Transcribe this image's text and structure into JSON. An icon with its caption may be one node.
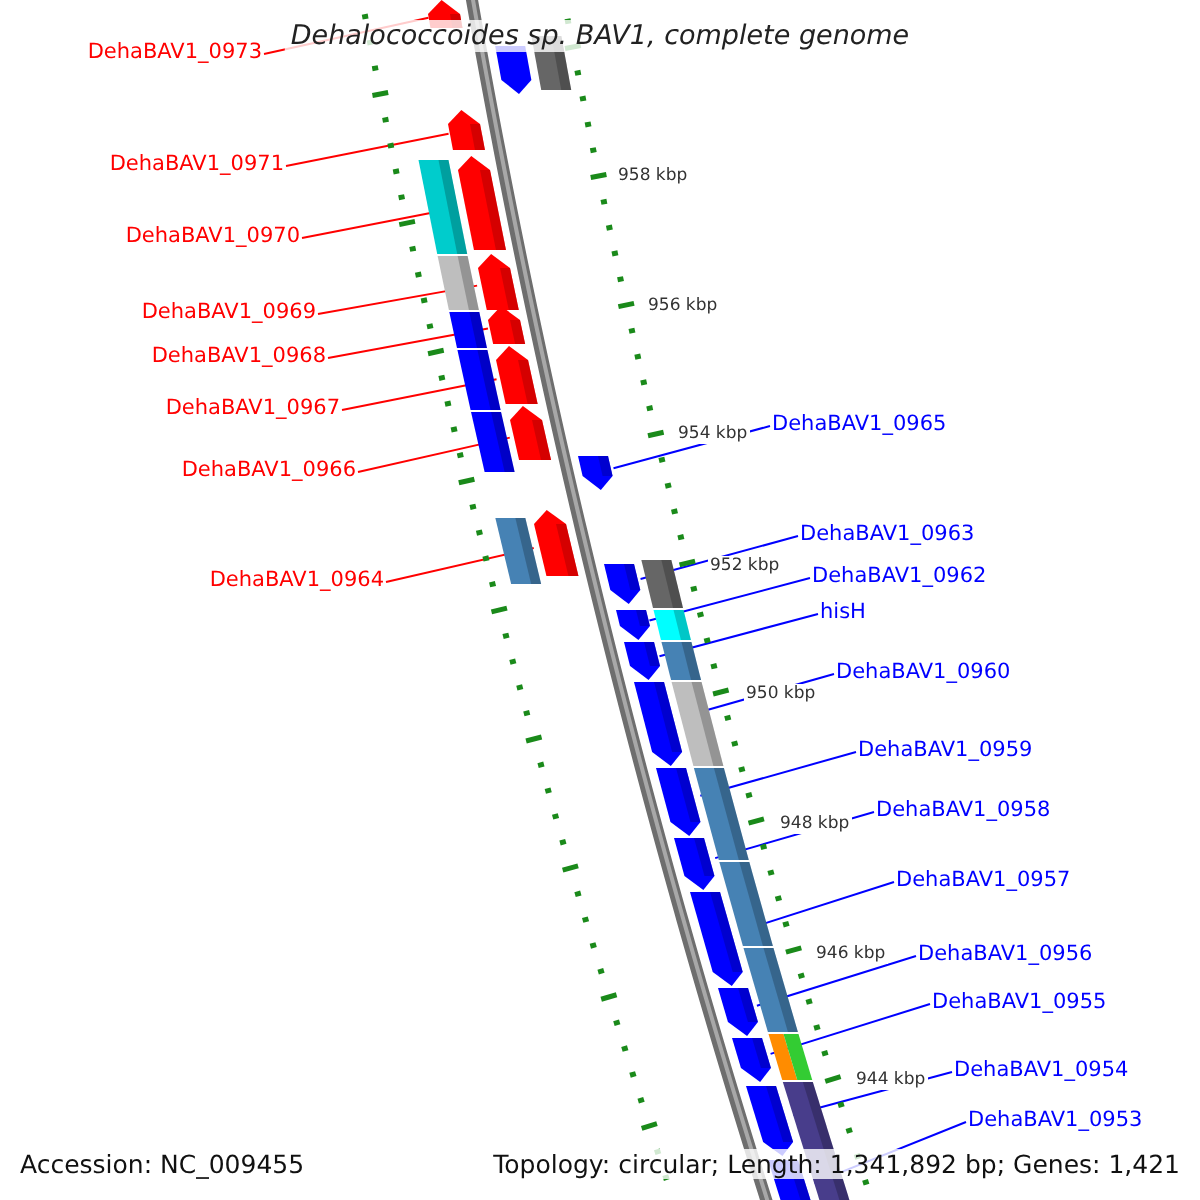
{
  "diagram": {
    "title": "Dehalococcoides sp. BAV1, complete genome",
    "nodes": [
      {
        "text": [
          "DehaBAV1_0973"
        ]
      },
      {
        "text": [
          "DehaBAV1_0971"
        ]
      },
      {
        "text": [
          "DehaBAV1_0970"
        ]
      },
      {
        "text": [
          "DehaBAV1_0969"
        ]
      },
      {
        "text": [
          "DehaBAV1_0968"
        ]
      },
      {
        "text": [
          "DehaBAV1_0967"
        ]
      },
      {
        "text": [
          "DehaBAV1_0966"
        ]
      },
      {
        "text": [
          "DehaBAV1_0964"
        ]
      },
      {
        "text": [
          "DehaBAV1_0965"
        ]
      },
      {
        "text": [
          "DehaBAV1_0963"
        ]
      },
      {
        "text": [
          "DehaBAV1_0962"
        ]
      },
      {
        "text": [
          "hisH"
        ]
      },
      {
        "text": [
          "DehaBAV1_0960"
        ]
      },
      {
        "text": [
          "DehaBAV1_0959"
        ]
      },
      {
        "text": [
          "DehaBAV1_0958"
        ]
      },
      {
        "text": [
          "DehaBAV1_0957"
        ]
      },
      {
        "text": [
          "DehaBAV1_0956"
        ]
      },
      {
        "text": [
          "DehaBAV1_0955"
        ]
      },
      {
        "text": [
          "DehaBAV1_0954"
        ]
      },
      {
        "text": [
          "DehaBAV1_0953"
        ]
      },
      {
        "text": [],
        "shape": "arrow"
      },
      {
        "text": [],
        "shape": "arrow"
      },
      {
        "text": [],
        "shape": "arrow"
      },
      {
        "text": [],
        "shape": "arrow"
      },
      {
        "text": [],
        "shape": "arrow"
      },
      {
        "text": [],
        "shape": "arrow"
      },
      {
        "text": [],
        "shape": "arrow"
      },
      {
        "text": [],
        "shape": "arrow"
      },
      {
        "text": [],
        "shape": "arrow"
      },
      {
        "text": [],
        "shape": "arrow"
      },
      {
        "text": [],
        "shape": "arrow"
      },
      {
        "text": [],
        "shape": "arrow"
      },
      {
        "text": [],
        "shape": "arrow"
      },
      {
        "text": [],
        "shape": "arrow"
      },
      {
        "text": [],
        "shape": "arrow"
      },
      {
        "text": [],
        "shape": "arrow"
      },
      {
        "text": [],
        "shape": "arrow"
      },
      {
        "text": [],
        "shape": "arrow"
      },
      {
        "text": [],
        "shape": "arrow"
      },
      {
        "text": [],
        "shape": "arrow"
      }
    ],
    "edges": [
      {
        "from": 0,
        "to": 20,
        "arrow": "none",
        "color": "#ff0000"
      },
      {
        "from": 1,
        "to": 21,
        "arrow": "none",
        "color": "#ff0000"
      },
      {
        "from": 2,
        "to": 22,
        "arrow": "none",
        "color": "#ff0000"
      },
      {
        "from": 3,
        "to": 23,
        "arrow": "none",
        "color": "#ff0000"
      },
      {
        "from": 4,
        "to": 24,
        "arrow": "none",
        "color": "#ff0000"
      },
      {
        "from": 5,
        "to": 25,
        "arrow": "none",
        "color": "#ff0000"
      },
      {
        "from": 6,
        "to": 26,
        "arrow": "none",
        "color": "#ff0000"
      },
      {
        "from": 7,
        "to": 27,
        "arrow": "none",
        "color": "#ff0000"
      },
      {
        "from": 8,
        "to": 28,
        "arrow": "none"
      },
      {
        "from": 9,
        "to": 29,
        "arrow": "none"
      },
      {
        "from": 10,
        "to": 30,
        "arrow": "none"
      },
      {
        "from": 11,
        "to": 31,
        "arrow": "none"
      },
      {
        "from": 12,
        "to": 32,
        "arrow": "none"
      },
      {
        "from": 13,
        "to": 33,
        "arrow": "none"
      },
      {
        "from": 14,
        "to": 34,
        "arrow": "none"
      },
      {
        "from": 15,
        "to": 35,
        "arrow": "none"
      },
      {
        "from": 16,
        "to": 36,
        "arrow": "none"
      },
      {
        "from": 17,
        "to": 37,
        "arrow": "none"
      },
      {
        "from": 18,
        "to": 38,
        "arrow": "none"
      },
      {
        "from": 19,
        "to": 39,
        "arrow": "none"
      }
    ],
    "labels": [
      "958 kbp",
      "956 kbp",
      "954 kbp",
      "952 kbp",
      "950 kbp",
      "948 kbp",
      "946 kbp",
      "944 kbp",
      "Accession: NC_009455",
      "Topology: circular; Length: 1,341,892 bp; Genes: 1,421"
    ]
  }
}
